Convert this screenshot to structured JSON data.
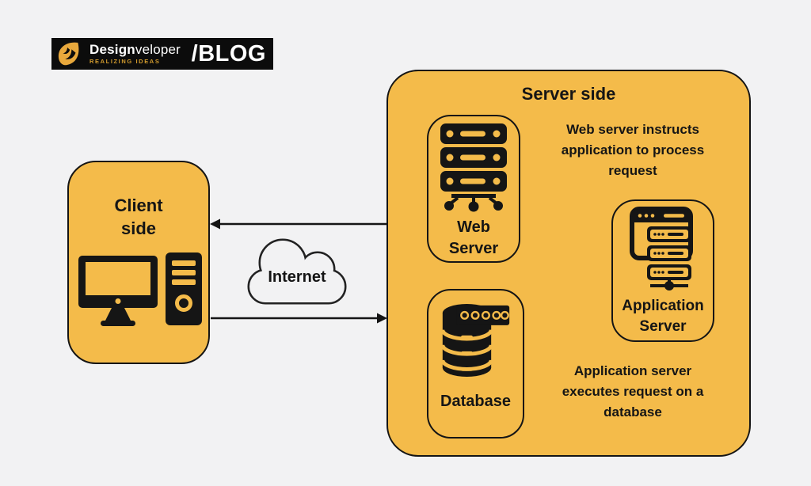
{
  "logo": {
    "brand_bold": "Design",
    "brand_rest": "veloper",
    "tagline": "REALIZING IDEAS",
    "blog_label": "/BLOG"
  },
  "client": {
    "title": "Client\nside"
  },
  "internet": {
    "label": "Internet"
  },
  "server": {
    "title": "Server side",
    "web_server_label": "Web\nServer",
    "application_server_label": "Application\nServer",
    "database_label": "Database",
    "annotation_top": "Web server instructs\napplication to process\nrequest",
    "annotation_bottom": "Application server\nexecutes request on a\ndatabase"
  },
  "colors": {
    "panel_yellow": "#F4BB4A",
    "ink_black": "#151515",
    "background_gray": "#F2F2F3",
    "logo_bar_black": "#0C0C0C",
    "logo_gold": "#D39C2E",
    "logo_white": "#FFFFFF"
  },
  "icons": {
    "logo_icon": "designveloper-swoosh",
    "client_icon": "desktop-computer",
    "internet_icon": "cloud-outline",
    "web_server_icon": "server-rack-with-network-nodes",
    "application_server_icon": "browser-window-server-stack",
    "database_icon": "database-cylinder-with-led-panel"
  },
  "arrows": {
    "server_to_client": "left",
    "client_to_server": "right",
    "web_to_app": "right",
    "app_to_database": "left"
  }
}
